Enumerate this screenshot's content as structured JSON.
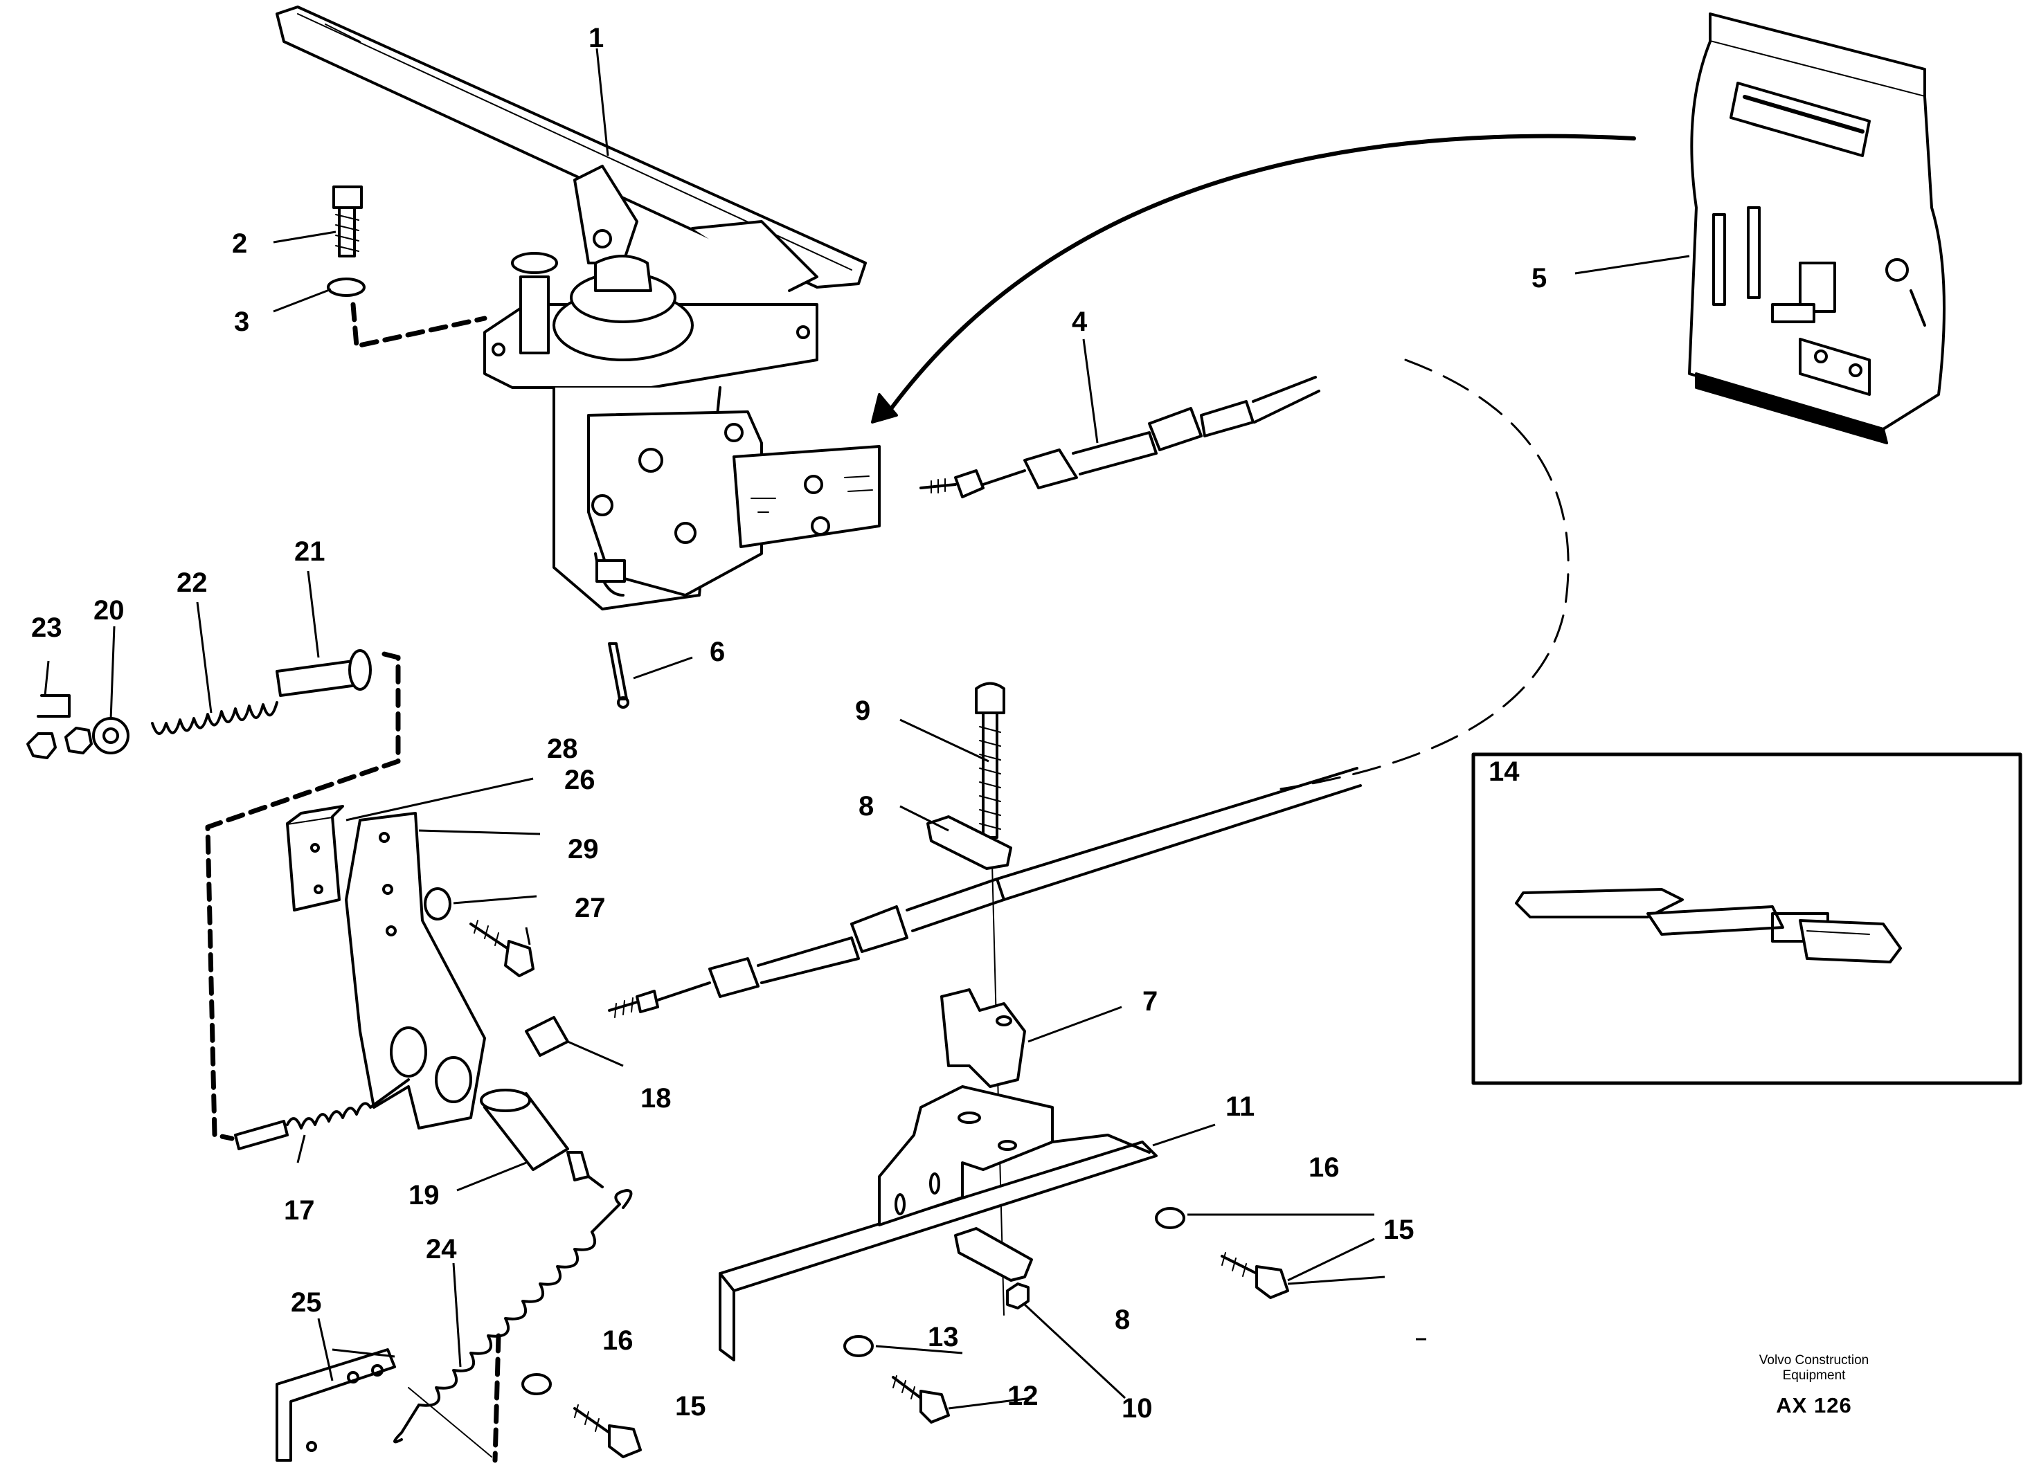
{
  "callouts": [
    {
      "id": "c1",
      "text": "1"
    },
    {
      "id": "c2",
      "text": "2"
    },
    {
      "id": "c3",
      "text": "3"
    },
    {
      "id": "c4",
      "text": "4"
    },
    {
      "id": "c5",
      "text": "5"
    },
    {
      "id": "c6",
      "text": "6"
    },
    {
      "id": "c7",
      "text": "7"
    },
    {
      "id": "c8a",
      "text": "8"
    },
    {
      "id": "c8b",
      "text": "8"
    },
    {
      "id": "c9",
      "text": "9"
    },
    {
      "id": "c10",
      "text": "10"
    },
    {
      "id": "c11",
      "text": "11"
    },
    {
      "id": "c12",
      "text": "12"
    },
    {
      "id": "c13",
      "text": "13"
    },
    {
      "id": "c14",
      "text": "14"
    },
    {
      "id": "c15a",
      "text": "15"
    },
    {
      "id": "c15b",
      "text": "15"
    },
    {
      "id": "c16a",
      "text": "16"
    },
    {
      "id": "c16b",
      "text": "16"
    },
    {
      "id": "c17",
      "text": "17"
    },
    {
      "id": "c18",
      "text": "18"
    },
    {
      "id": "c19",
      "text": "19"
    },
    {
      "id": "c20",
      "text": "20"
    },
    {
      "id": "c21",
      "text": "21"
    },
    {
      "id": "c22",
      "text": "22"
    },
    {
      "id": "c23",
      "text": "23"
    },
    {
      "id": "c24",
      "text": "24"
    },
    {
      "id": "c25",
      "text": "25"
    },
    {
      "id": "c26",
      "text": "26"
    },
    {
      "id": "c27",
      "text": "27"
    },
    {
      "id": "c28",
      "text": "28"
    },
    {
      "id": "c29",
      "text": "29"
    }
  ],
  "footer": {
    "line1": "Volvo Construction",
    "line2": "Equipment",
    "code": "AX 126"
  },
  "colors": {
    "ink": "#000000",
    "paper": "#ffffff"
  }
}
